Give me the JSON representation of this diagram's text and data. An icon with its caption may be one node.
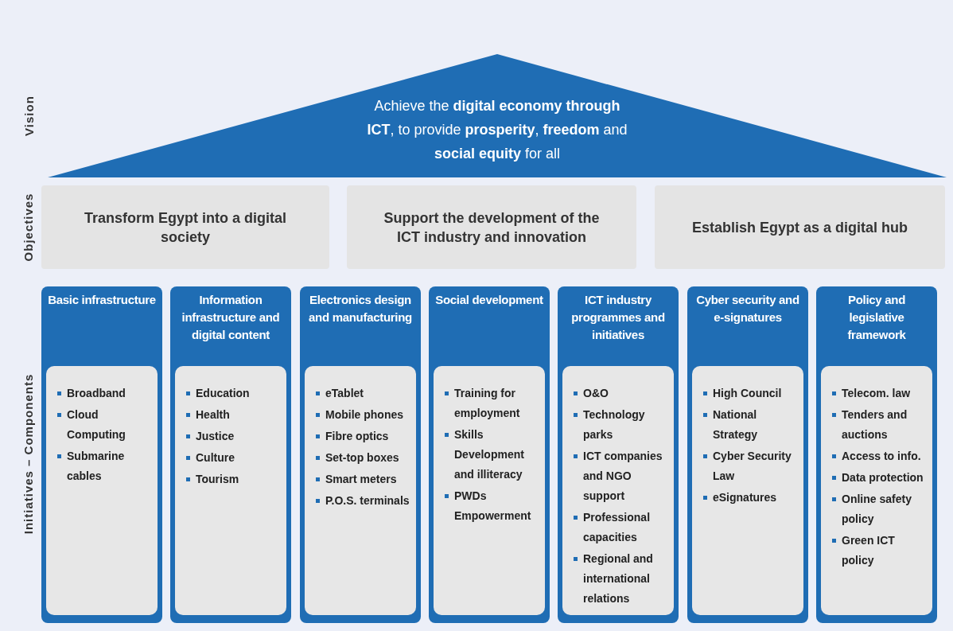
{
  "diagram": {
    "nodes": [
      {
        "text": [
          "Achieve the **digital economy through ICT**, to provide **prosperity**, **freedom** and **social equity** for all"
        ]
      },
      {
        "text": [
          "Transform Egypt into a digital society"
        ]
      },
      {
        "text": [
          "Support the development of the ICT industry and innovation"
        ]
      },
      {
        "text": [
          "Establish Egypt as a digital hub"
        ]
      },
      {
        "text": [
          "Basic infrastructure"
        ]
      },
      {
        "text": [
          "Broadband",
          "Cloud Computing",
          "Submarine cables"
        ],
        "in": 4
      },
      {
        "text": [
          "Information infrastructure and digital content"
        ]
      },
      {
        "text": [
          "Education",
          "Health",
          "Justice",
          "Culture",
          "Tourism"
        ],
        "in": 6
      },
      {
        "text": [
          "Electronics design and manufacturing"
        ]
      },
      {
        "text": [
          "eTablet",
          "Mobile phones",
          "Fibre optics",
          "Set-top boxes",
          "Smart meters",
          "P.O.S. terminals"
        ],
        "in": 8
      },
      {
        "text": [
          "Social development"
        ]
      },
      {
        "text": [
          "Training for employment",
          "Skills Development and illiteracy",
          "PWDs Empowerment"
        ],
        "in": 10
      },
      {
        "text": [
          "ICT industry programmes and initiatives"
        ]
      },
      {
        "text": [
          "O&O",
          "Technology parks",
          "ICT companies and NGO support",
          "Professional capacities",
          "Regional and international relations"
        ],
        "in": 12
      },
      {
        "text": [
          "Cyber security and e-signatures"
        ]
      },
      {
        "text": [
          "High Council",
          "National Strategy",
          "Cyber Security Law",
          "eSignatures"
        ],
        "in": 14
      },
      {
        "text": [
          "Policy and legislative framework"
        ]
      },
      {
        "text": [
          "Telecom. law",
          "Tenders and auctions",
          "Access to info.",
          "Data protection",
          "Online safety policy",
          "Green ICT policy"
        ],
        "in": 16
      }
    ],
    "labels": [
      "Vision",
      "Objectives",
      "Initiatives – Components"
    ]
  }
}
